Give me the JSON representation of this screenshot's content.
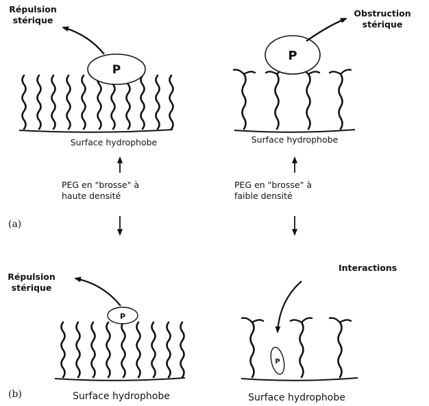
{
  "panels": {
    "a": {
      "marker": "(a)",
      "left": {
        "effect_label": "Répulsion\nstérique",
        "protein_label": "P",
        "surface_label": "Surface hydrophobe",
        "peg_label": "PEG en \"brosse\" à\nhaute densité"
      },
      "right": {
        "effect_label": "Obstruction\nstérique",
        "protein_label": "P",
        "surface_label": "Surface hydrophobe",
        "peg_label": "PEG en \"brosse\" à\nfaible densité"
      }
    },
    "b": {
      "marker": "(b)",
      "left": {
        "effect_label": "Répulsion\nstérique",
        "protein_label": "P",
        "surface_label": "Surface hydrophobe"
      },
      "right": {
        "effect_label": "Interactions",
        "protein_label": "P",
        "surface_label": "Surface hydrophobe"
      }
    }
  }
}
